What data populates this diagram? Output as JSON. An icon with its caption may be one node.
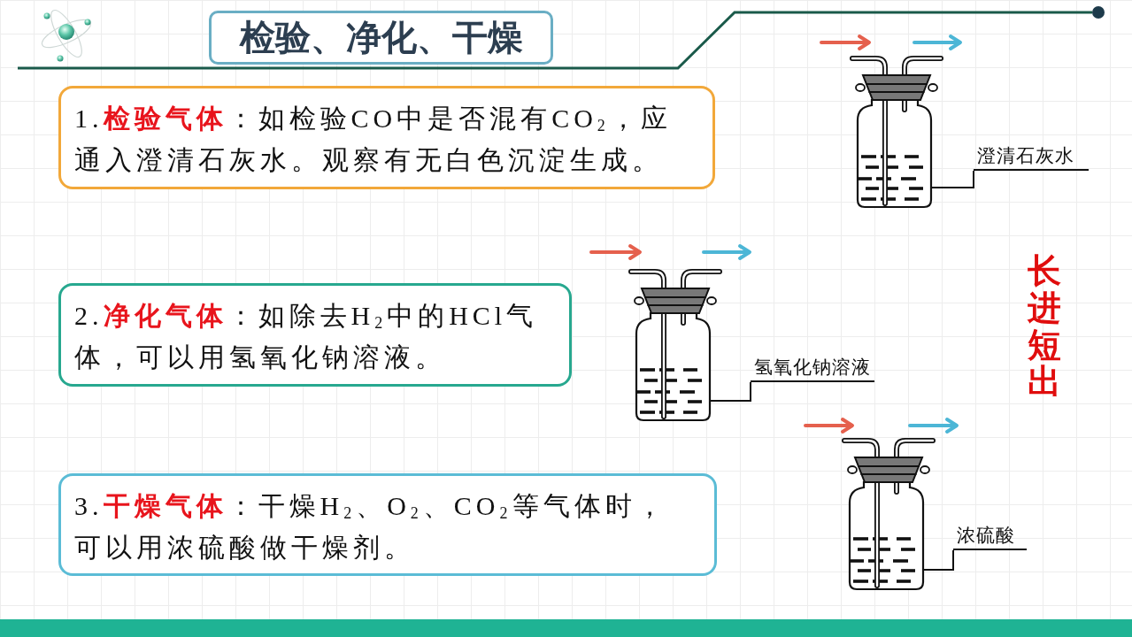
{
  "diagram": {
    "title": "检验、净化、干燥",
    "nodes": [
      {
        "text": [
          "1.**检验气体**：如检验CO中是否混有CO$_{2}$，应通入澄清石灰水。观察有无白色沉淀生成。"
        ]
      },
      {
        "text": [],
        "shape": "picture"
      },
      {
        "text": [
          "澄清石灰水"
        ]
      },
      {
        "text": [
          "2.**净化气体**：如除去H$_{2}$中的HCl气体，可以用氢氧化钠溶液。"
        ]
      },
      {
        "text": [],
        "shape": "picture"
      },
      {
        "text": [
          "氢氧化钠溶液"
        ]
      },
      {
        "text": [
          "3.**干燥气体**：干燥H$_{2}$、O$_{2}$、CO$_{2}$等气体时，可以用浓硫酸做干燥剂。"
        ]
      },
      {
        "text": [],
        "shape": "picture"
      },
      {
        "text": [
          "浓硫酸"
        ]
      }
    ],
    "edges": [
      {
        "from": 2,
        "to": 1,
        "arrow": "none"
      },
      {
        "from": 5,
        "to": 4,
        "arrow": "none"
      },
      {
        "from": 8,
        "to": 7,
        "arrow": "none"
      }
    ],
    "labels": [
      "长进短出"
    ]
  }
}
